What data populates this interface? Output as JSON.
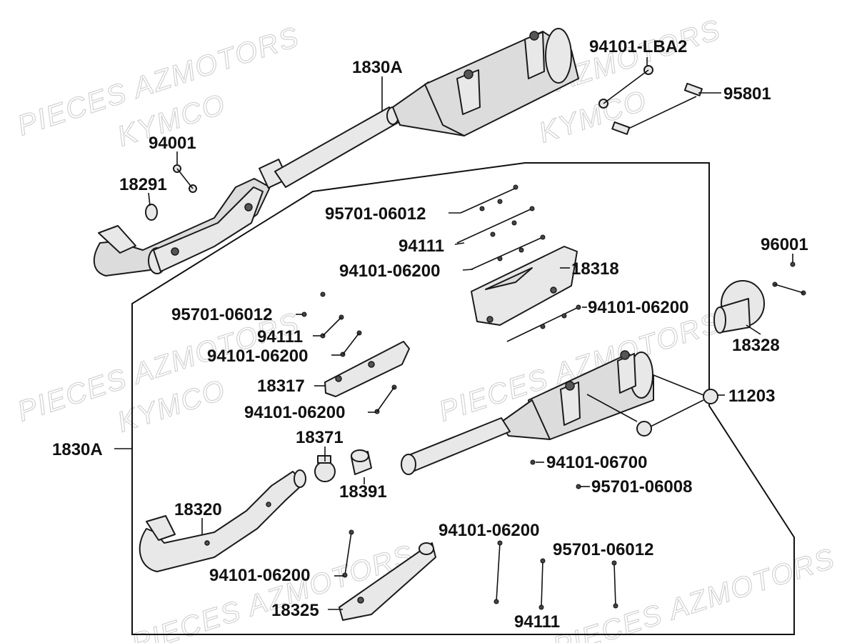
{
  "watermarks": [
    "PIECES AZMOTORS",
    "KYMCO"
  ],
  "labels": {
    "l_1830A_top": "1830A",
    "l_94101_LBA2": "94101-LBA2",
    "l_95801": "95801",
    "l_94001": "94001",
    "l_18291": "18291",
    "l_95701_a": "95701-06012",
    "l_94111_a": "94111",
    "l_94101_a": "94101-06200",
    "l_18318": "18318",
    "l_96001": "96001",
    "l_94101_b": "94101-06200",
    "l_18328": "18328",
    "l_95701_b": "95701-06012",
    "l_94111_b": "94111",
    "l_94101_c": "94101-06200",
    "l_18317": "18317",
    "l_94101_d": "94101-06200",
    "l_11203": "11203",
    "l_1830A_side": "1830A",
    "l_18371": "18371",
    "l_18391": "18391",
    "l_94101_06700": "94101-06700",
    "l_95701_06008": "95701-06008",
    "l_18320": "18320",
    "l_94101_e": "94101-06200",
    "l_95701_c": "95701-06012",
    "l_94101_f": "94101-06200",
    "l_18325": "18325",
    "l_94111_c": "94111"
  }
}
